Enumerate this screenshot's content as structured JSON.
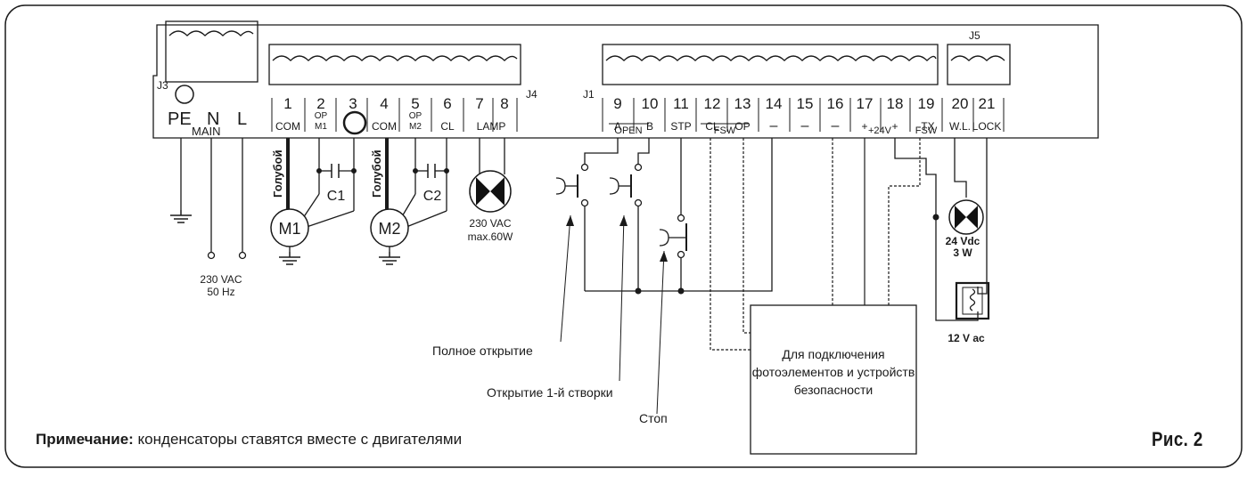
{
  "connectors": {
    "j3": "J3",
    "j4": "J4",
    "j1": "J1",
    "j5": "J5"
  },
  "mains": {
    "pe": "PE",
    "n": "N",
    "l": "L",
    "main": "MAIN",
    "supply_line1": "230 VAC",
    "supply_line2": "50 Hz"
  },
  "terminals": [
    {
      "num": "1",
      "label": "COM"
    },
    {
      "num": "2",
      "label": "OP\nM1"
    },
    {
      "num": "3",
      "label": ""
    },
    {
      "num": "4",
      "label": "COM"
    },
    {
      "num": "5",
      "label": "OP\nM2"
    },
    {
      "num": "6",
      "label": "CL"
    },
    {
      "num": "7",
      "label": ""
    },
    {
      "num": "8",
      "label": ""
    },
    {
      "num": "9",
      "label": "A"
    },
    {
      "num": "10",
      "label": "B"
    },
    {
      "num": "11",
      "label": "STP"
    },
    {
      "num": "12",
      "label": "CL"
    },
    {
      "num": "13",
      "label": "OP"
    },
    {
      "num": "14",
      "label": "–"
    },
    {
      "num": "15",
      "label": "–"
    },
    {
      "num": "16",
      "label": "–"
    },
    {
      "num": "17",
      "label": "+"
    },
    {
      "num": "18",
      "label": "+"
    },
    {
      "num": "19",
      "label": "-TX"
    },
    {
      "num": "20",
      "label": "W.L."
    },
    {
      "num": "21",
      "label": "LOCK"
    }
  ],
  "groups": {
    "lamp": "LAMP",
    "open": "OPEN",
    "fsw": "FSW",
    "v24": "+24V",
    "fsw2": "FSW"
  },
  "motors": {
    "m1": "M1",
    "m2": "M2",
    "c1": "C1",
    "c2": "C2",
    "wire_color": "Голубой"
  },
  "lamp": {
    "line1": "230 VAC",
    "line2": "max.60W"
  },
  "warning_lamp": {
    "line1": "24 Vdc",
    "line2": "3 W"
  },
  "lock": {
    "label": "12 V ac"
  },
  "buttons": {
    "full_open": "Полное открытие",
    "single_open": "Открытие 1-й створки",
    "stop": "Стоп"
  },
  "safety_box": {
    "text": "Для подключения фотоэлементов и устройств безопасности"
  },
  "note": {
    "bold": "Примечание:",
    "text": " конденсаторы ставятся вместе с двигателями"
  },
  "figure": {
    "label": "Рис. 2"
  }
}
